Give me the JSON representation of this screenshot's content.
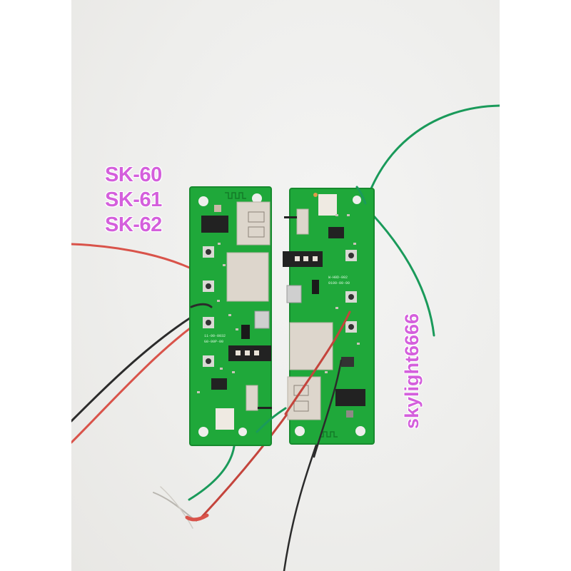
{
  "image": {
    "description": "Photo of two green Bluetooth/MP3 audio decoder PCB modules side by side on a white surface, with red, black and green wires attached",
    "background_color": "#ffffff",
    "photo_background": "#eeeeec"
  },
  "overlay_labels": {
    "models": [
      "SK-60",
      "SK-61",
      "SK-62"
    ],
    "watermark": "skylight6666",
    "label_color": "#d45fdc"
  },
  "boards": [
    {
      "name": "left-board",
      "color": "#1fa83a",
      "components": [
        "usb-a-port",
        "sd-card-slot",
        "micro-usb-port",
        "audio-jack-3.5mm",
        "tactile-buttons",
        "ic-chip",
        "slide-switch",
        "antenna-trace",
        "connector-header"
      ],
      "silkscreen": [
        "11-00-0032",
        "G0-00P-00"
      ]
    },
    {
      "name": "right-board",
      "color": "#1fa83a",
      "components": [
        "usb-a-port",
        "sd-card-slot",
        "micro-usb-port",
        "audio-jack-3.5mm",
        "tactile-buttons",
        "ic-chip",
        "slide-switch",
        "antenna-trace",
        "connector-header"
      ],
      "silkscreen": [
        "W-H0D-002",
        "0100-00-00"
      ]
    }
  ],
  "wires": [
    {
      "color": "red",
      "hex": "#d9534a"
    },
    {
      "color": "black",
      "hex": "#2b2b2b"
    },
    {
      "color": "green",
      "hex": "#1a9a5a"
    }
  ]
}
